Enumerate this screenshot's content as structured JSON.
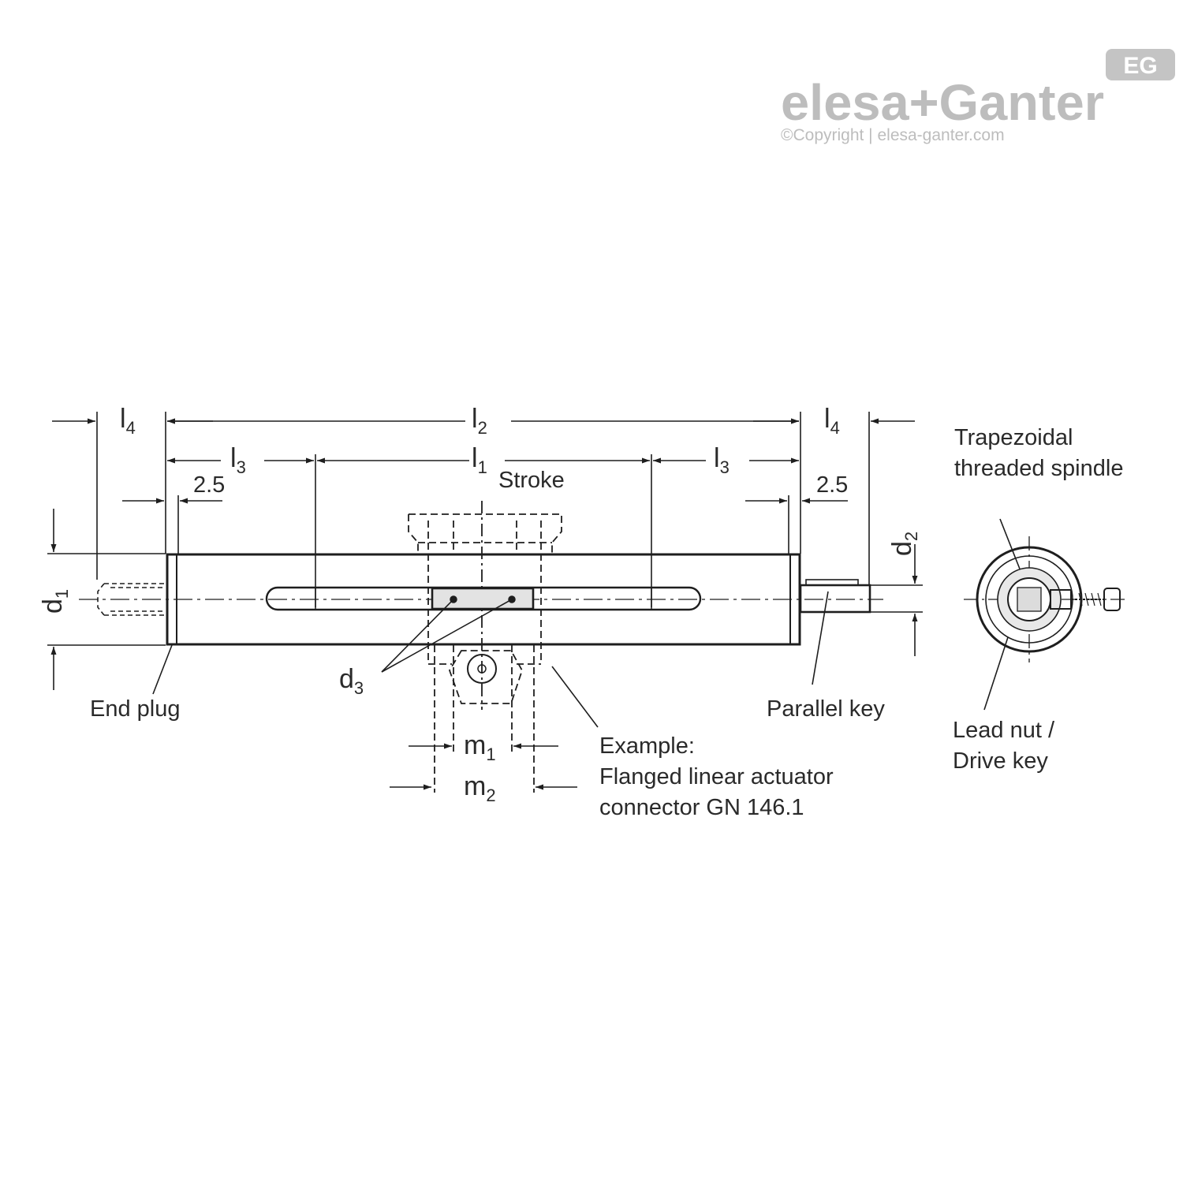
{
  "logo": {
    "brand": "elesa+Ganter",
    "copyright": "©Copyright | elesa-ganter.com",
    "badge": "EG"
  },
  "dimensions": {
    "l4_left": {
      "base": "l",
      "sub": "4"
    },
    "l2": {
      "base": "l",
      "sub": "2"
    },
    "l4_right": {
      "base": "l",
      "sub": "4"
    },
    "l3_left": {
      "base": "l",
      "sub": "3"
    },
    "l1": {
      "base": "l",
      "sub": "1"
    },
    "l3_right": {
      "base": "l",
      "sub": "3"
    },
    "gap_left": "2.5",
    "gap_right": "2.5",
    "d1": {
      "base": "d",
      "sub": "1"
    },
    "d2": {
      "base": "d",
      "sub": "2"
    },
    "d3": {
      "base": "d",
      "sub": "3"
    },
    "m1": {
      "base": "m",
      "sub": "1"
    },
    "m2": {
      "base": "m",
      "sub": "2"
    }
  },
  "labels": {
    "stroke": "Stroke",
    "end_plug": "End plug",
    "parallel_key": "Parallel key",
    "example_line1": "Example:",
    "example_line2": "Flanged linear actuator",
    "example_line3": "connector GN 146.1",
    "spindle_line1": "Trapezoidal",
    "spindle_line2": "threaded spindle",
    "leadnut_line1": "Lead nut /",
    "leadnut_line2": "Drive key"
  },
  "colors": {
    "line": "#1e1e1e",
    "logo_gray": "#bdbdbd"
  }
}
